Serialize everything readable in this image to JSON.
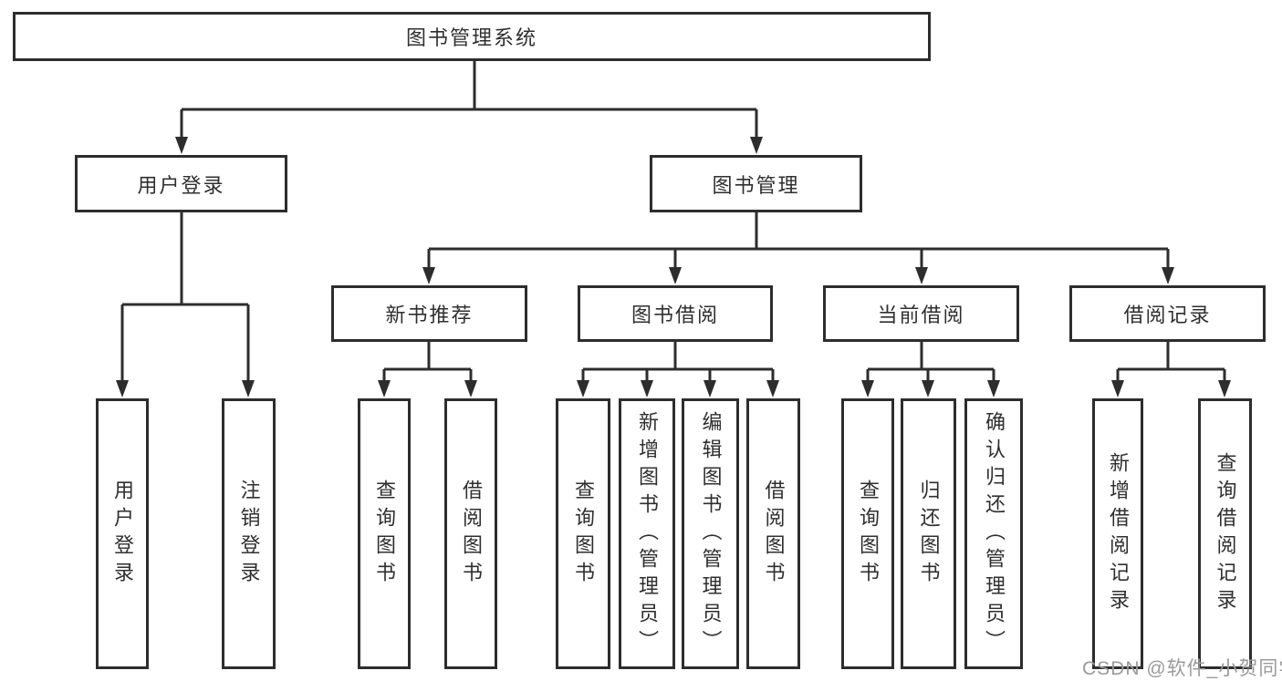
{
  "tree": {
    "label": "图书管理系统",
    "children": [
      {
        "label": "用户登录",
        "children": [
          {
            "label": "用户登录"
          },
          {
            "label": "注销登录"
          }
        ]
      },
      {
        "label": "图书管理",
        "children": [
          {
            "label": "新书推荐",
            "children": [
              {
                "label": "查询图书"
              },
              {
                "label": "借阅图书"
              }
            ]
          },
          {
            "label": "图书借阅",
            "children": [
              {
                "label": "查询图书"
              },
              {
                "label": "新增图书（管理员）"
              },
              {
                "label": "编辑图书（管理员）"
              },
              {
                "label": "借阅图书"
              }
            ]
          },
          {
            "label": "当前借阅",
            "children": [
              {
                "label": "查询图书"
              },
              {
                "label": "归还图书"
              },
              {
                "label": "确认归还（管理员）"
              }
            ]
          },
          {
            "label": "借阅记录",
            "children": [
              {
                "label": "新增借阅记录"
              },
              {
                "label": "查询借阅记录"
              }
            ]
          }
        ]
      }
    ]
  },
  "watermark": {
    "text": "CSDN @软件_小贺同学"
  },
  "colors": {
    "line": "#2d2d2d",
    "text": "#2f2f2f",
    "background": "#ffffff",
    "watermark": "#9a9a9a"
  }
}
